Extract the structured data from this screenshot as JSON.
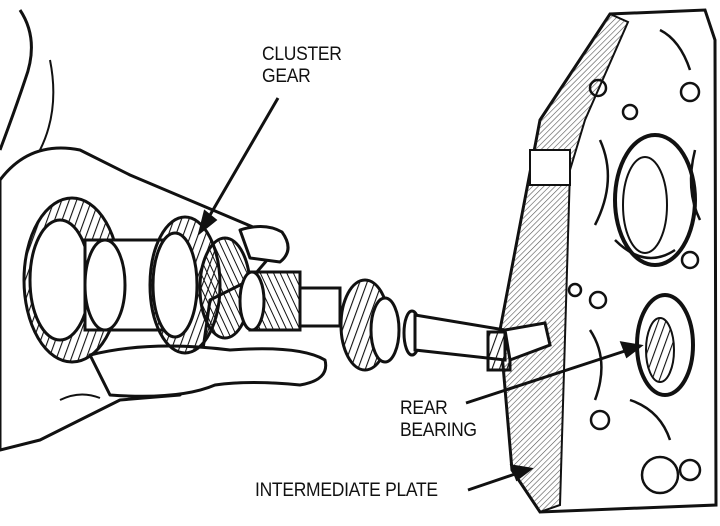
{
  "labels": {
    "cluster_gear": [
      "CLUSTER",
      "GEAR"
    ],
    "rear_bearing": [
      "REAR",
      "BEARING"
    ],
    "intermediate_plate": "INTERMEDIATE PLATE"
  },
  "colors": {
    "ink": "#111111",
    "paper": "#ffffff",
    "hatch": "#7a7a7a"
  }
}
